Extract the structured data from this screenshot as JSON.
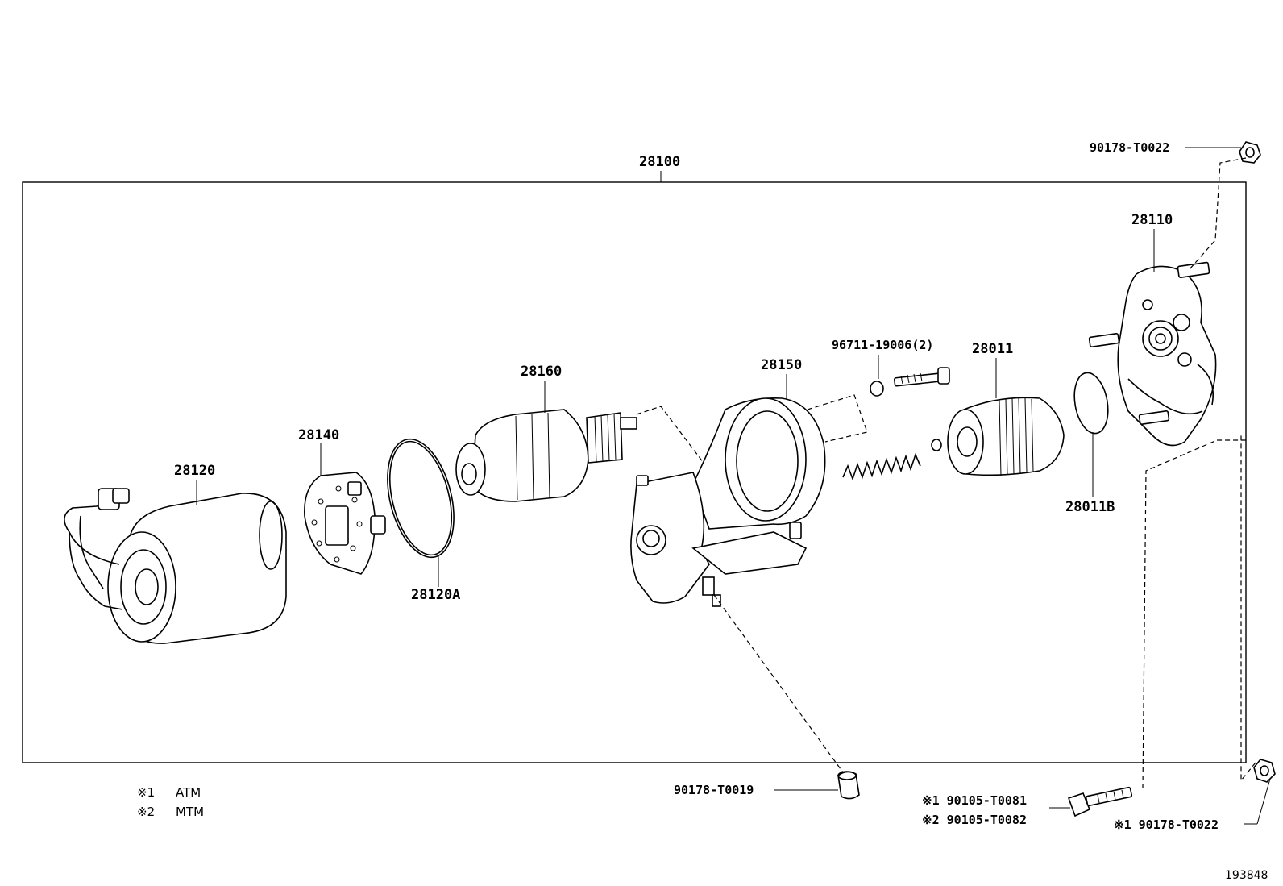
{
  "labels": {
    "assembly": "28100",
    "end_frame": "28110",
    "yoke": "28120",
    "brush_holder": "28140",
    "armature": "28160",
    "o_ring": "28120A",
    "housing": "28150",
    "bolt_small": "96711-19006(2)",
    "clutch": "28011",
    "seal": "28011B",
    "nut_top": "90178-T0022",
    "nut_bottom": "90178-T0019",
    "bolt_atm": "※1 90105-T0081",
    "bolt_mtm": "※2 90105-T0082",
    "nut_atm": "※1 90178-T0022"
  },
  "legend": [
    {
      "mark": "※1",
      "text": "ATM"
    },
    {
      "mark": "※2",
      "text": "MTM"
    }
  ],
  "figure_number": "193848"
}
